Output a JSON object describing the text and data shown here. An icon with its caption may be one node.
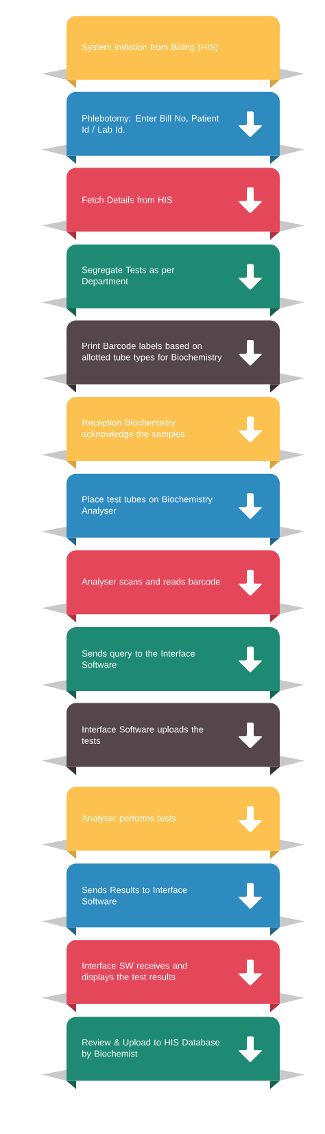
{
  "diagram": {
    "nodes": [
      {
        "text": [
          "System Initiation from Billing (HIS)"
        ]
      },
      {
        "text": [
          "Phlebotomy: Enter Bill No, Patient Id / Lab Id."
        ]
      },
      {
        "text": [
          "Fetch Details from HIS"
        ]
      },
      {
        "text": [
          "Segregate Tests as per Department"
        ]
      },
      {
        "text": [
          "Print Barcode labels based on allotted tube types for Biochemistry"
        ]
      },
      {
        "text": [
          "Reception Biochemistry acknowledge the samples"
        ]
      },
      {
        "text": [
          "Place test tubes on Biochemistry Analyser"
        ]
      },
      {
        "text": [
          "Analyser scans and reads barcode"
        ]
      },
      {
        "text": [
          "Sends query to the Interface Software"
        ]
      },
      {
        "text": [
          "Interface Software uploads the tests"
        ]
      },
      {
        "text": [
          "Analyser performs tests"
        ]
      },
      {
        "text": [
          "Sends Results to Interface Software"
        ]
      },
      {
        "text": [
          "Interface SW receives and displays the test results"
        ]
      },
      {
        "text": [
          "Review & Upload to HIS Database by Biochemist"
        ]
      }
    ]
  }
}
